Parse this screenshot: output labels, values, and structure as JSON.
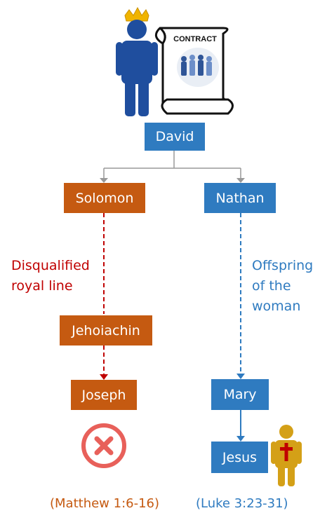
{
  "contract": {
    "label": "CONTRACT"
  },
  "nodes": {
    "david": "David",
    "solomon": "Solomon",
    "nathan": "Nathan",
    "jehoiachin": "Jehoiachin",
    "joseph": "Joseph",
    "mary": "Mary",
    "jesus": "Jesus"
  },
  "annotations": {
    "disqualified": "Disqualified\nroyal line",
    "offspring": "Offspring\nof the\nwoman"
  },
  "references": {
    "matthew": "(Matthew 1:6-16)",
    "luke": "(Luke 3:23-31)"
  },
  "colors": {
    "blue": "#2f7bc0",
    "orange": "#c55a11",
    "red_annotation": "#c00000",
    "cross_circle": "#e8605a",
    "crown_gold": "#f0b400",
    "person_blue": "#1f4e9e",
    "person_gold": "#d4a017",
    "connector_gray": "#999999"
  }
}
